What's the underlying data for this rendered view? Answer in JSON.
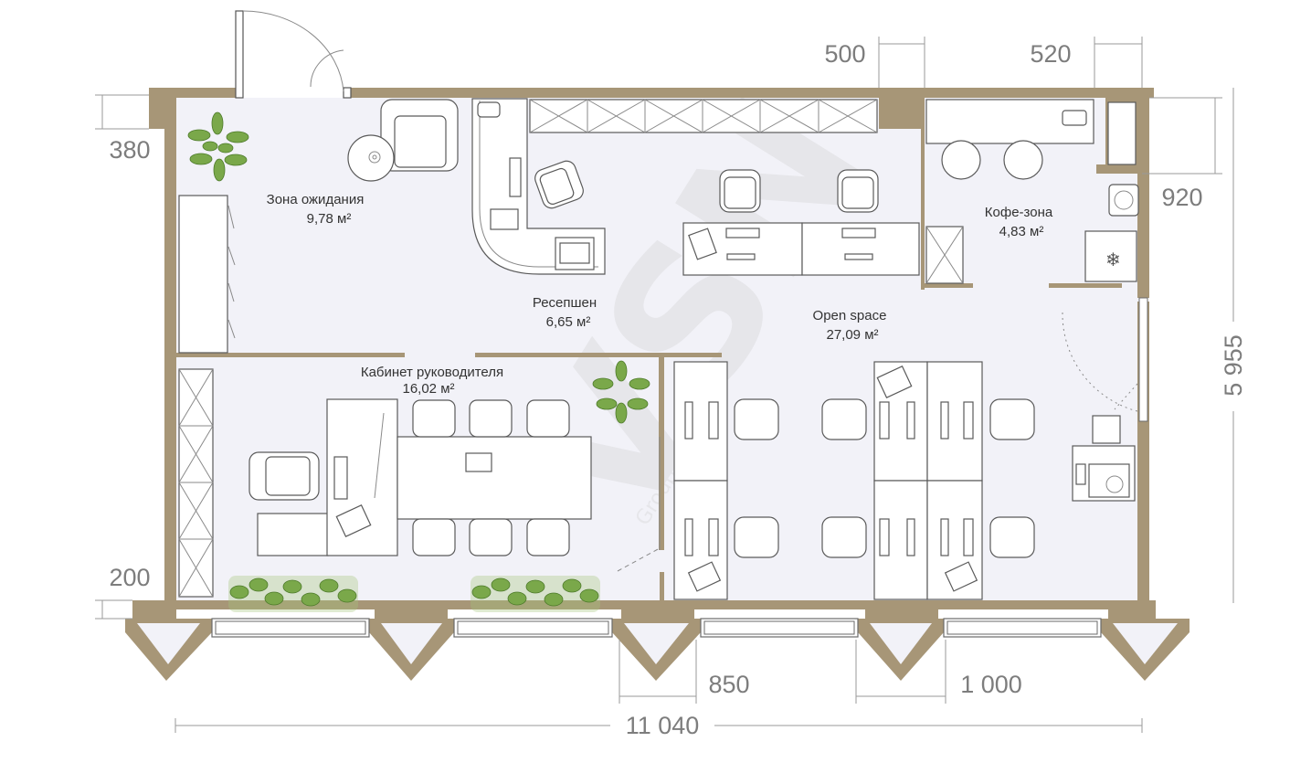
{
  "rooms": {
    "waiting": {
      "name": "Зона ожидания",
      "area": "9,78 м²"
    },
    "reception": {
      "name": "Ресепшен",
      "area": "6,65 м²"
    },
    "director": {
      "name": "Кабинет руководителя",
      "area": "16,02 м²"
    },
    "openspace": {
      "name": "Open space",
      "area": "27,09 м²"
    },
    "coffee": {
      "name": "Кофе-зона",
      "area": "4,83 м²"
    }
  },
  "dimensions": {
    "top_1": "500",
    "top_2": "520",
    "left_top": "380",
    "left_bottom": "200",
    "right_short": "920",
    "right_total": "5 955",
    "bottom_1": "850",
    "bottom_2": "1 000",
    "bottom_total": "11 040"
  },
  "watermark": {
    "brand": "VSN",
    "sub": "Group"
  },
  "colors": {
    "wall": "#a79677",
    "floor": "#f2f2f8",
    "plant": "#7aa84a",
    "dimension": "#7d7d7d"
  }
}
